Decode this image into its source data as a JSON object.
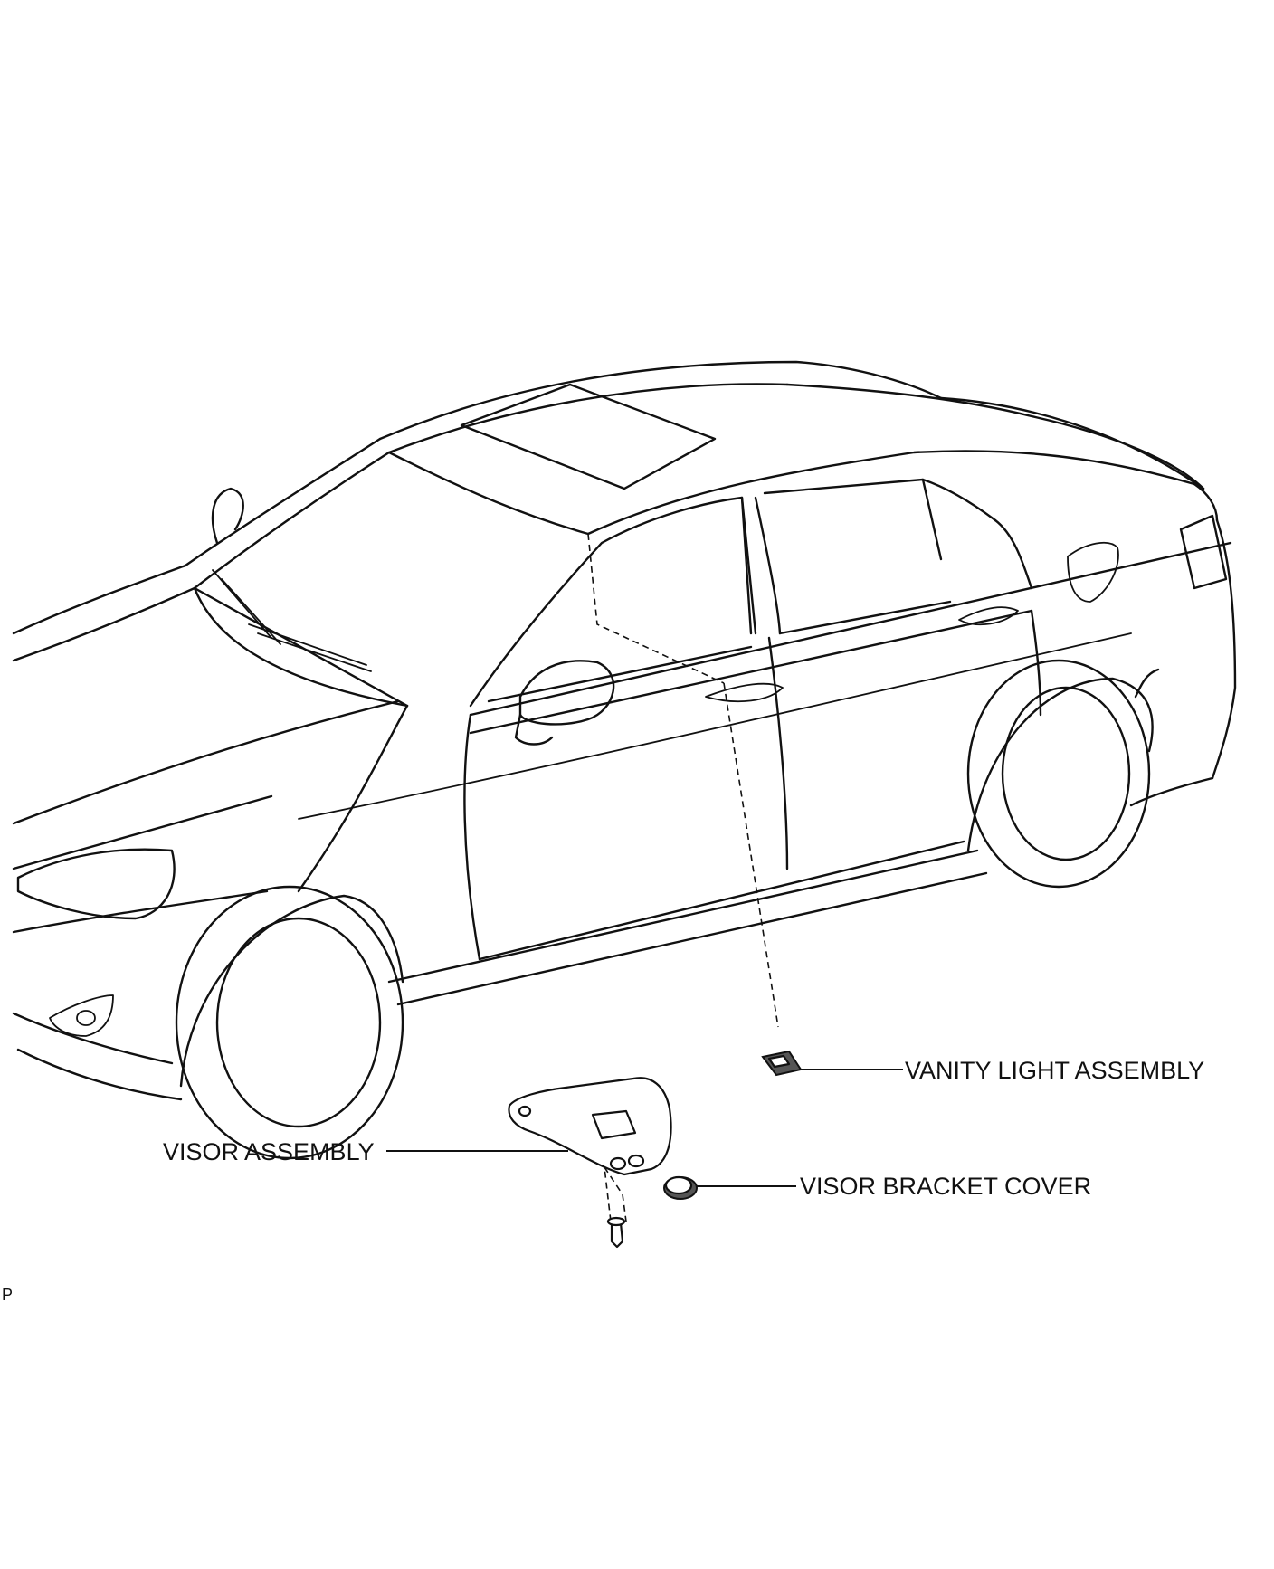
{
  "labels": {
    "vanity_light": "VANITY LIGHT ASSEMBLY",
    "visor_assembly": "VISOR ASSEMBLY",
    "visor_bracket_cover": "VISOR BRACKET COVER"
  },
  "figure_ref": "P"
}
